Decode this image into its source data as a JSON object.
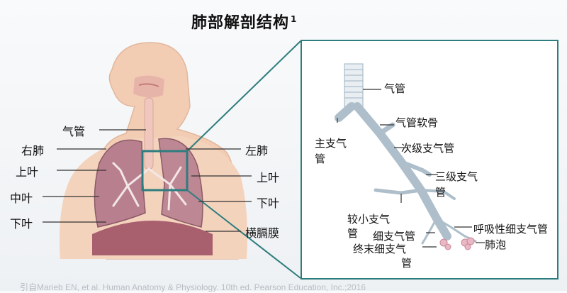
{
  "title": "肺部解剖结构",
  "title_superscript": "1",
  "body_labels": {
    "trachea": "气管",
    "right_lung": "右肺",
    "left_lung": "左肺",
    "right_upper_lobe": "上叶",
    "left_upper_lobe": "上叶",
    "right_middle_lobe": "中叶",
    "right_lower_lobe": "下叶",
    "left_lower_lobe": "下叶",
    "diaphragm": "横膈膜"
  },
  "detail_labels": {
    "trachea": "气管",
    "tracheal_cartilage": "气管软骨",
    "main_bronchus_line1": "主支气",
    "main_bronchus_line2": "管",
    "secondary_bronchus": "次级支气管",
    "tertiary_bronchus_line1": "三级支气",
    "tertiary_bronchus_line2": "管",
    "smaller_bronchi_line1": "较小支气",
    "smaller_bronchi_line2": "管",
    "bronchioles": "细支气管",
    "terminal_bronchioles_line1": "终末细支气",
    "terminal_bronchioles_line2": "管",
    "respiratory_bronchioles": "呼吸性细支气管",
    "alveoli": "肺泡"
  },
  "citation": "引自Marieb EN, et al. Human Anatomy & Physiology. 10th ed. Pearson Education, Inc.;2016",
  "colors": {
    "skin": "#f2cdb4",
    "lung": "#b8808f",
    "lung_dark": "#8c5a67",
    "airway": "#e8eef2",
    "frame": "#2e7d7e"
  }
}
